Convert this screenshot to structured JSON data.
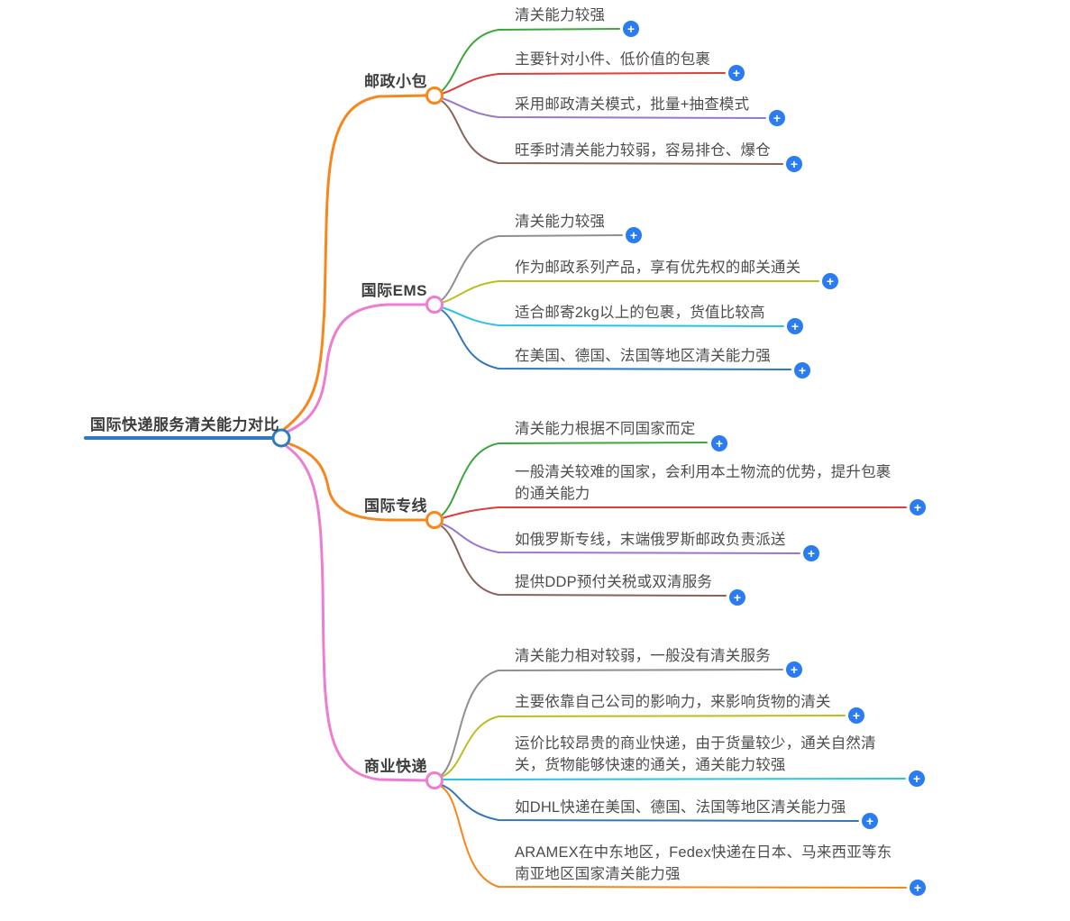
{
  "ui": {
    "plus_glyph": "+",
    "plus_color": "#2a7cf0"
  },
  "root": {
    "label": "国际快递服务清关能力对比",
    "color": "#2b7cc0"
  },
  "branches": [
    {
      "label": "邮政小包",
      "color": "#f7861d",
      "children": [
        {
          "lines": [
            "清关能力较强"
          ],
          "color": "#3fa53f"
        },
        {
          "lines": [
            "主要针对小件、低价值的包裹"
          ],
          "color": "#dd3f3c"
        },
        {
          "lines": [
            "采用邮政清关模式，批量+抽查模式"
          ],
          "color": "#9a77cf"
        },
        {
          "lines": [
            "旺季时清关能力较弱，容易排仓、爆仓"
          ],
          "color": "#8a6258"
        }
      ]
    },
    {
      "label": "国际EMS",
      "color": "#ed7dd1",
      "children": [
        {
          "lines": [
            "清关能力较强"
          ],
          "color": "#8f8f8f"
        },
        {
          "lines": [
            "作为邮政系列产品，享有优先权的邮关通关"
          ],
          "color": "#bcbd22"
        },
        {
          "lines": [
            "适合邮寄2kg以上的包裹，货值比较高"
          ],
          "color": "#2cc3dc"
        },
        {
          "lines": [
            "在美国、德国、法国等地区清关能力强"
          ],
          "color": "#3078bd"
        }
      ]
    },
    {
      "label": "国际专线",
      "color": "#f7861d",
      "children": [
        {
          "lines": [
            "清关能力根据不同国家而定"
          ],
          "color": "#3fa53f"
        },
        {
          "lines": [
            "一般清关较难的国家，会利用本土物流的优势，提升包裹",
            "的通关能力"
          ],
          "color": "#dd3f3c"
        },
        {
          "lines": [
            "如俄罗斯专线，末端俄罗斯邮政负责派送"
          ],
          "color": "#9a77cf"
        },
        {
          "lines": [
            "提供DDP预付关税或双清服务"
          ],
          "color": "#8a6258"
        }
      ]
    },
    {
      "label": "商业快递",
      "color": "#ed7dd1",
      "children": [
        {
          "lines": [
            "清关能力相对较弱，一般没有清关服务"
          ],
          "color": "#8f8f8f"
        },
        {
          "lines": [
            "主要依靠自己公司的影响力，来影响货物的清关"
          ],
          "color": "#bcbd22"
        },
        {
          "lines": [
            "运价比较昂贵的商业快递，由于货量较少，通关自然清",
            "关，货物能够快速的通关，通关能力较强"
          ],
          "color": "#2cc3dc"
        },
        {
          "lines": [
            "如DHL快递在美国、德国、法国等地区清关能力强"
          ],
          "color": "#3078bd"
        },
        {
          "lines": [
            "ARAMEX在中东地区，Fedex快递在日本、马来西亚等东",
            "南亚地区国家清关能力强"
          ],
          "color": "#f7861d"
        }
      ]
    }
  ]
}
